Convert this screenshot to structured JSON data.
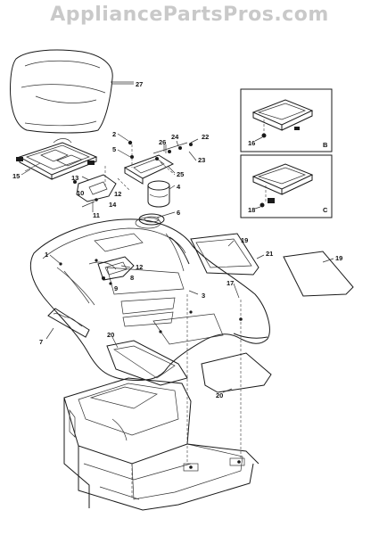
{
  "watermark": "AppliancePartsPros.com",
  "callouts": [
    "27",
    "2",
    "5",
    "26",
    "24",
    "22",
    "25",
    "23",
    "15",
    "13",
    "12",
    "10",
    "4",
    "11",
    "14",
    "6",
    "16",
    "B",
    "18",
    "C",
    "19",
    "21",
    "1",
    "12",
    "8",
    "9",
    "3",
    "17",
    "7",
    "20",
    "20",
    "19"
  ]
}
